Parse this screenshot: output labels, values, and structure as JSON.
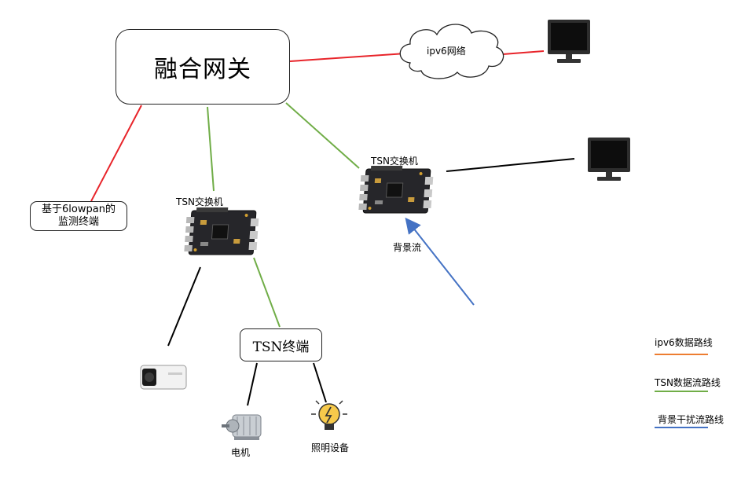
{
  "nodes": {
    "gateway": "融合网关",
    "monitor_terminal_line1": "基于6lowpan的",
    "monitor_terminal_line2": "监测终端",
    "tsn_terminal": "TSN终端",
    "cloud": "ipv6网络",
    "switch_left": "TSN交换机",
    "switch_right": "TSN交换机",
    "background_flow": "背景流",
    "motor": "电机",
    "lighting": "照明设备"
  },
  "legend": [
    {
      "label": "ipv6数据路线",
      "color": "#ED7D31"
    },
    {
      "label": "TSN数据流路线",
      "color": "#70AD47"
    },
    {
      "label": "背景干扰流路线",
      "color": "#4472C4"
    }
  ],
  "colors": {
    "ipv6_link": "#E8242A",
    "tsn_link": "#70AD47",
    "background_link": "#4472C4",
    "plain_link": "#000000"
  },
  "icons": [
    "monitor-icon",
    "switch-board-icon",
    "camera-icon",
    "motor-icon",
    "bulb-icon"
  ]
}
